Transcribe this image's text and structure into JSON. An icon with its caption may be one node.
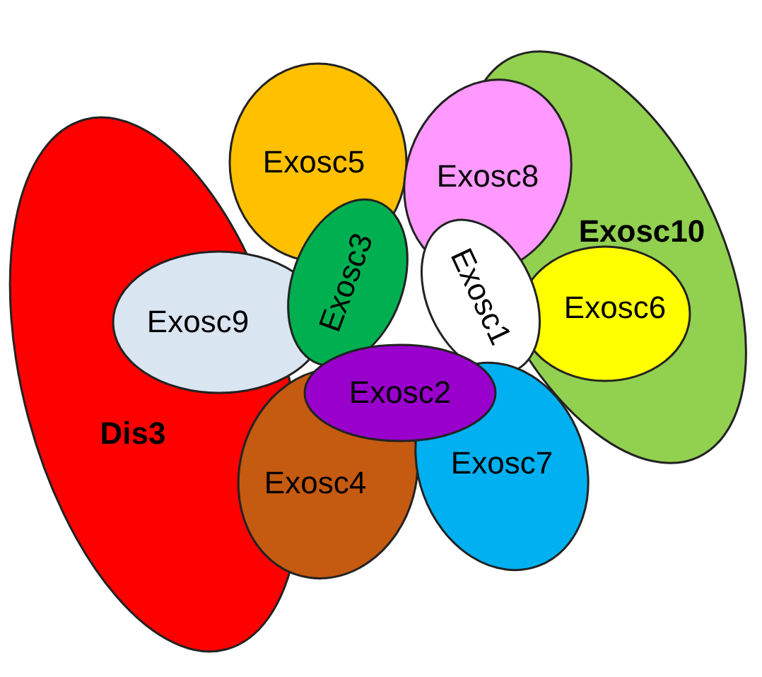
{
  "diagram": {
    "nodes": [
      {
        "text": [
          "Exosc5"
        ]
      },
      {
        "text": [
          "Exosc8"
        ]
      },
      {
        "text": [
          "Exosc10"
        ]
      },
      {
        "text": [
          "Exosc3"
        ]
      },
      {
        "text": [
          "Exosc1"
        ]
      },
      {
        "text": [
          "Exosc9"
        ]
      },
      {
        "text": [
          "Exosc6"
        ]
      },
      {
        "text": [
          "Exosc2"
        ]
      },
      {
        "text": [
          "Dis3"
        ]
      },
      {
        "text": [
          "Exosc4"
        ]
      },
      {
        "text": [
          "Exosc7"
        ]
      }
    ],
    "edges": []
  }
}
